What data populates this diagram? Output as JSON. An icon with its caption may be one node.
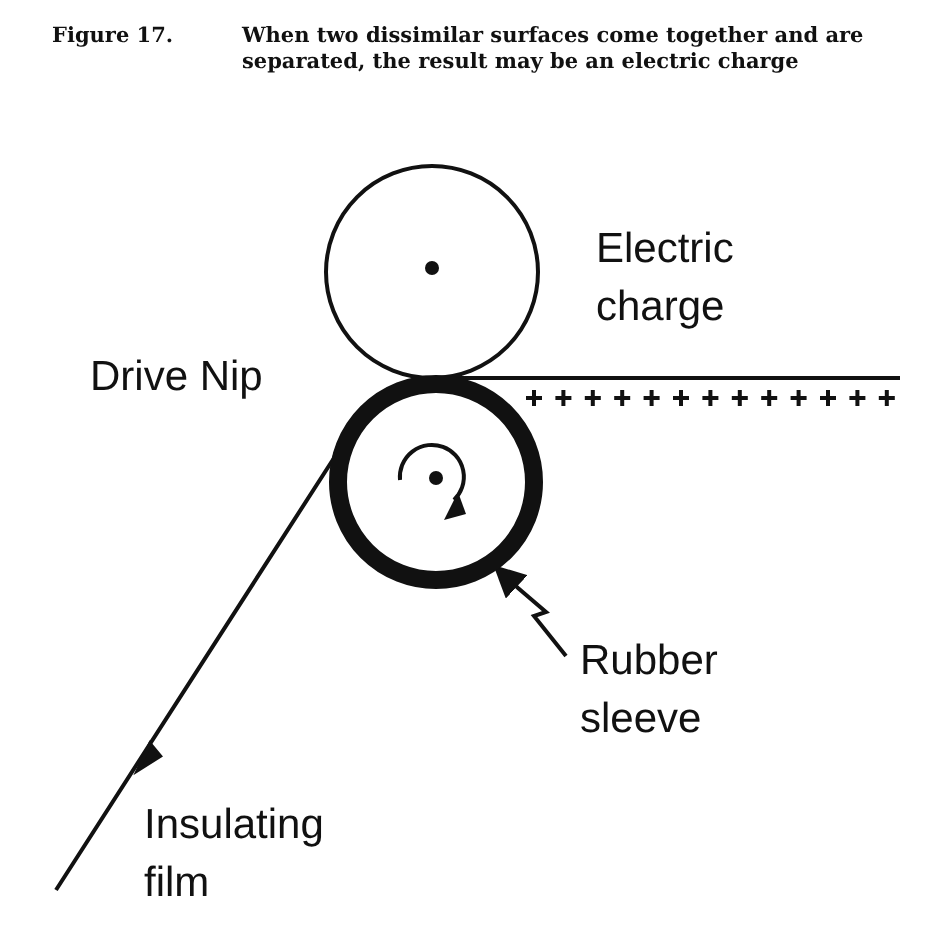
{
  "diagram": {
    "title": "Figure 17.",
    "caption": "When two dissimilar surfaces come together and are separated, the result may be an electric charge",
    "nodes": [
      {
        "text": [],
        "shape": "circle"
      },
      {
        "text": [
          "Rubber sleeve"
        ]
      }
    ],
    "edges": [
      {
        "from": 1,
        "to": 0,
        "arrow": "to"
      }
    ],
    "labels": [
      "Electric charge",
      "Drive Nip",
      "Insulating film"
    ]
  }
}
